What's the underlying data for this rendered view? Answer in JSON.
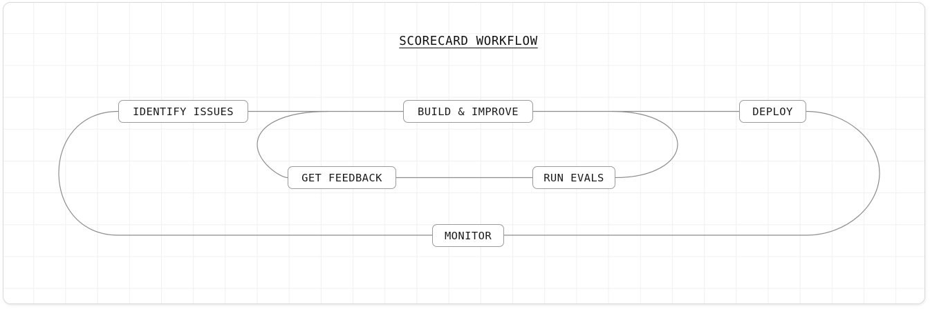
{
  "diagram": {
    "title": "SCORECARD WORKFLOW",
    "nodes": [
      {
        "id": "identify",
        "label": "IDENTIFY ISSUES"
      },
      {
        "id": "build",
        "label": "BUILD & IMPROVE"
      },
      {
        "id": "deploy",
        "label": "DEPLOY"
      },
      {
        "id": "feedback",
        "label": "GET FEEDBACK"
      },
      {
        "id": "evals",
        "label": "RUN EVALS"
      },
      {
        "id": "monitor",
        "label": "MONITOR"
      }
    ],
    "colors": {
      "node_border": "#9a9a9a",
      "node_fill": "#ffffff",
      "edge_line": "#8c8c8c",
      "text": "#1a1a1a",
      "grid": "#f0f0f0",
      "board_border": "#d8d8d8",
      "background": "#ffffff"
    }
  }
}
